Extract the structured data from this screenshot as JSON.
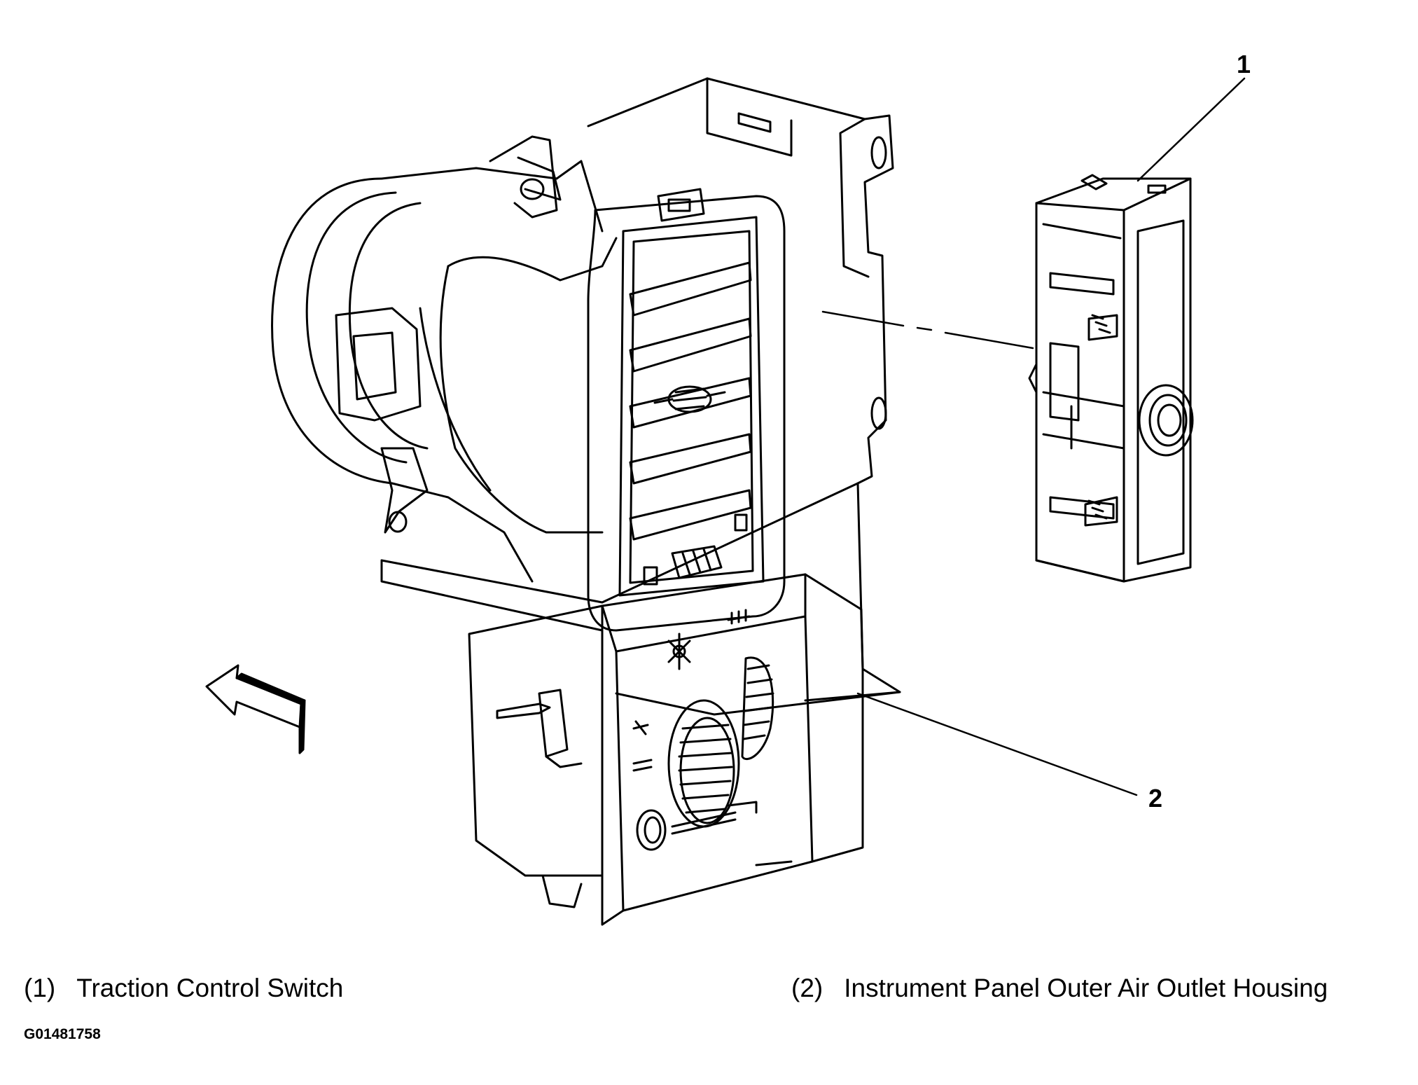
{
  "callouts": [
    {
      "number": "1",
      "label": "Traction Control Switch",
      "legend_number": "(1)"
    },
    {
      "number": "2",
      "label": "Instrument Panel Outer Air Outlet Housing",
      "legend_number": "(2)"
    }
  ],
  "figure_id": "G01481758",
  "colors": {
    "line": "#000000",
    "background": "#ffffff"
  }
}
